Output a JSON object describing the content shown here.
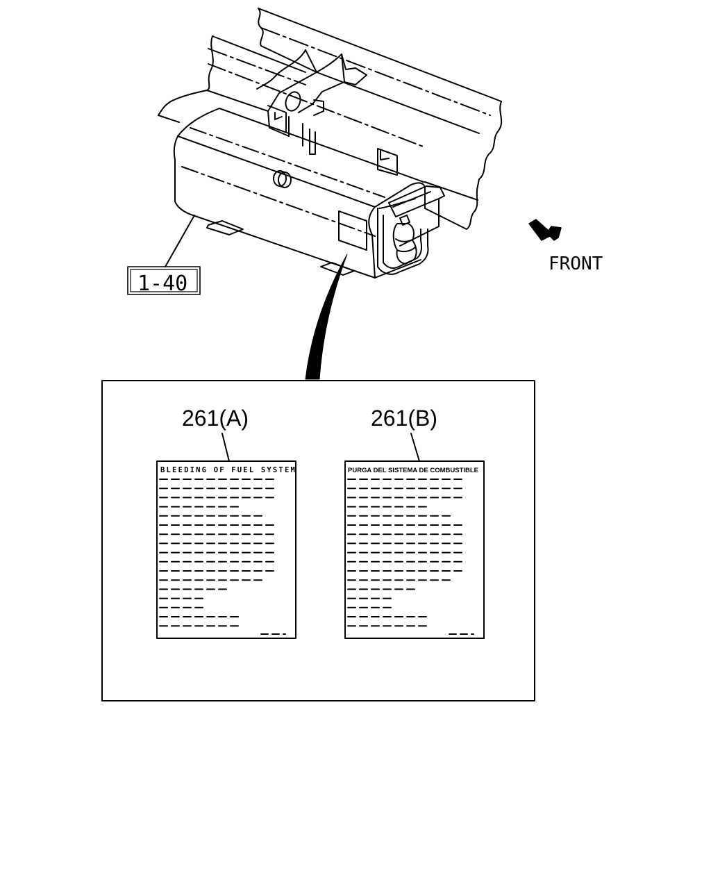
{
  "figure": {
    "front_label": "FRONT",
    "ref_label": "1-40"
  },
  "callouts": [
    {
      "id": "a",
      "label": "261(A)",
      "decal_title": "BLEEDING OF FUEL SYSTEM"
    },
    {
      "id": "b",
      "label": "261(B)",
      "decal_title": "PURGA DEL SISTEMA DE COMBUSTIBLE"
    }
  ],
  "colors": {
    "ink": "#000000",
    "paper": "#ffffff"
  }
}
